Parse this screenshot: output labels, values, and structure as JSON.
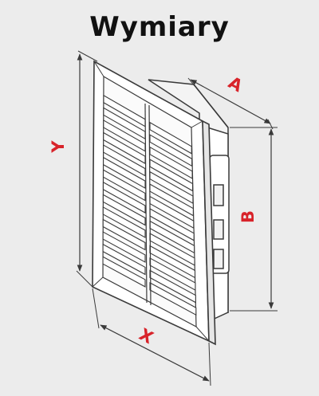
{
  "title": "Wymiary",
  "labels": {
    "a": "A",
    "b": "B",
    "x": "X",
    "y": "Y"
  },
  "colors": {
    "background": "#ececec",
    "line": "#3a3a3a",
    "accent": "#d8232a",
    "title": "#111111"
  },
  "slat_rows": 14
}
